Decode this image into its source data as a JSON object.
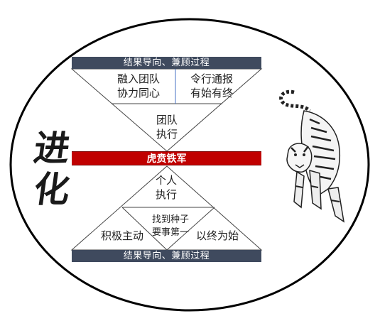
{
  "diagram": {
    "top_bar": "结果导向、兼顾过程",
    "top_left_cell": "融入团队\n协力同心",
    "top_right_cell": "令行通报\n有始有终",
    "team_execution": "团队\n执行",
    "center_band": "虎贲铁军",
    "personal_execution": "个人\n执行",
    "bottom_middle_cell": "找到种子\n要事第一",
    "bottom_left_cell": "积极主动",
    "bottom_right_cell": "以终为始",
    "bottom_bar": "结果导向、兼顾过程",
    "side_title": [
      "进",
      "化"
    ]
  },
  "colors": {
    "bar_fill": "#3f4a5e",
    "band_fill": "#c00000",
    "outline": "#000000",
    "divider_blue": "#4472c4"
  },
  "icons": {
    "tiger": "tiger-illustration"
  }
}
